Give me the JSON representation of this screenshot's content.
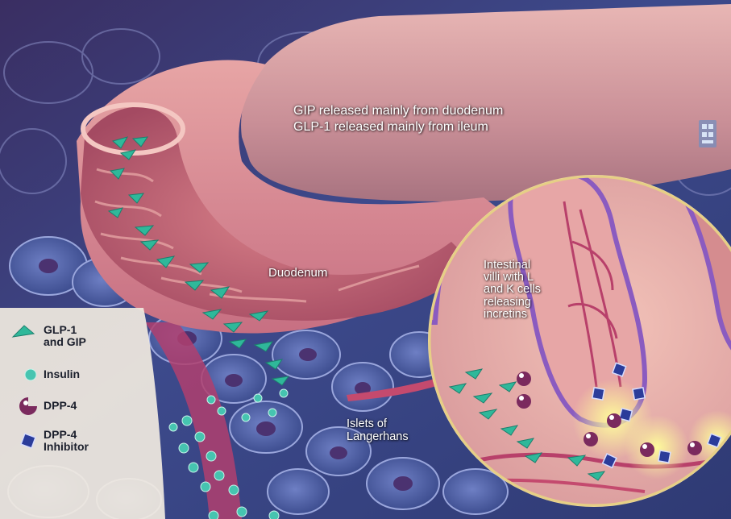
{
  "colors": {
    "background": "#3d3f7a",
    "intestine": "#d77f8a",
    "incretin": "#2fb89a",
    "insulin": "#46c4b0",
    "dpp4": "#7b2a5e",
    "inhibitor": "#2b3c9a"
  },
  "labels": {
    "release_line_1": "GIP released mainly from duodenum",
    "release_line_2": "GLP-1 released mainly from ileum",
    "duodenum": "Duodenum",
    "villi": [
      "Intestinal",
      "villi with L",
      "and K cells",
      "releasing",
      "incretins"
    ],
    "islets": [
      "Islets of",
      "Langerhans"
    ]
  },
  "legend": {
    "glp1_gip": [
      "GLP-1",
      "and GIP"
    ],
    "insulin": "Insulin",
    "dpp4": "DPP-4",
    "inhibitor": [
      "DPP-4",
      "Inhibitor"
    ]
  }
}
